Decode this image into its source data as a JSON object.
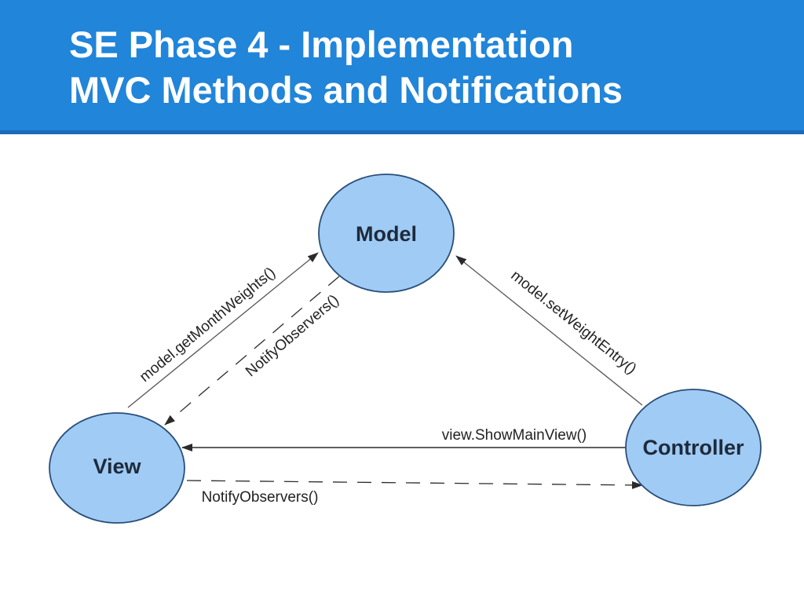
{
  "slide": {
    "title_line1": "SE Phase 4 - Implementation",
    "title_line2": "MVC Methods and Notifications"
  },
  "colors": {
    "header_bg": "#2185d9",
    "node_fill": "#9fcbf5",
    "node_stroke": "#2a4e78",
    "arrow": "#2b2b2b"
  },
  "diagram": {
    "nodes": {
      "model": "Model",
      "view": "View",
      "controller": "Controller"
    },
    "edges": {
      "view_to_model": "model.getMonthWeights()",
      "model_to_view": "NotifyObservers()",
      "controller_to_model": "model.setWeightEntry()",
      "controller_to_view": "view.ShowMainView()",
      "view_to_controller": "NotifyObservers()"
    }
  }
}
